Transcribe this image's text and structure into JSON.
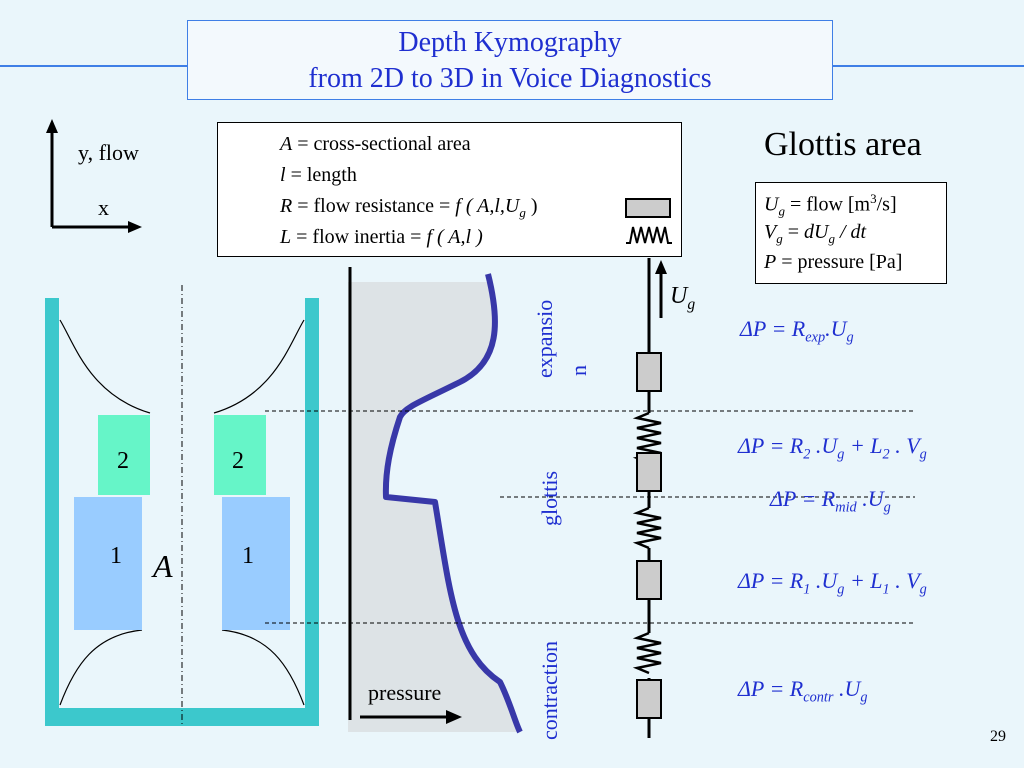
{
  "title": {
    "line1": "Depth Kymography",
    "line2": "from 2D to 3D in Voice Diagnostics"
  },
  "axes": {
    "y_label": "y, flow",
    "x_label": "x"
  },
  "definitions": {
    "area": {
      "symbol": "A",
      "text": "= cross-sectional area"
    },
    "length": {
      "symbol": "l",
      "text": "= length"
    },
    "resistance": {
      "symbol": "R",
      "text": "= flow resistance =",
      "func": "f",
      "args": "( A,l,U",
      "args_sub": "g",
      "args_end": " )"
    },
    "inertia": {
      "symbol": "L",
      "text": "= flow inertia =",
      "func": "f",
      "args": "( A,l )"
    }
  },
  "glottis_area_label": "Glottis area",
  "variables": {
    "flow": {
      "sym": "U",
      "sub": "g",
      "text": "= flow [m",
      "sup": "3",
      "end": "/s]"
    },
    "volume": {
      "sym": "V",
      "sub": "g",
      "text": "=",
      "expr": "dU",
      "expr_sub": "g",
      "expr_end": "/ dt"
    },
    "pressure": {
      "sym": "P",
      "text": "= pressure [Pa]"
    }
  },
  "fold_labels": {
    "upper_left": "2",
    "upper_right": "2",
    "lower_left": "1",
    "lower_right": "1",
    "area": "A"
  },
  "pressure_label": "pressure",
  "region_labels": {
    "expansion": "expansio",
    "expansion_wrap": "n",
    "glottis": "glottis",
    "contraction": "contraction"
  },
  "flow_label": {
    "sym": "U",
    "sub": "g"
  },
  "equations": {
    "expansion": {
      "lhs": "ΔP = R",
      "sub1": "exp",
      "rest": ".U",
      "sub2": "g"
    },
    "upper": {
      "lhs": "ΔP = R",
      "sub1": "2",
      "mid": " .U",
      "sub2": "g",
      "plus": " + L",
      "sub3": "2",
      "tail": " . V",
      "sub4": "g"
    },
    "mid": {
      "lhs": "ΔP = R",
      "sub1": "mid",
      "rest": " .U",
      "sub2": "g"
    },
    "lower": {
      "lhs": "ΔP = R",
      "sub1": "1",
      "mid": " .U",
      "sub2": "g",
      "plus": " + L",
      "sub3": "1",
      "tail": " . V",
      "sub4": "g"
    },
    "contraction": {
      "lhs": "ΔP = R",
      "sub1": "contr",
      "rest": " .U",
      "sub2": "g"
    }
  },
  "page_number": "29",
  "colors": {
    "title_blue": "#1f2fd0",
    "teal": "#3cc8cc",
    "mint": "#66f5c8",
    "light_blue": "#99ccff",
    "pressure_curve": "#3838a8",
    "gray_fill": "#dde3e6"
  }
}
